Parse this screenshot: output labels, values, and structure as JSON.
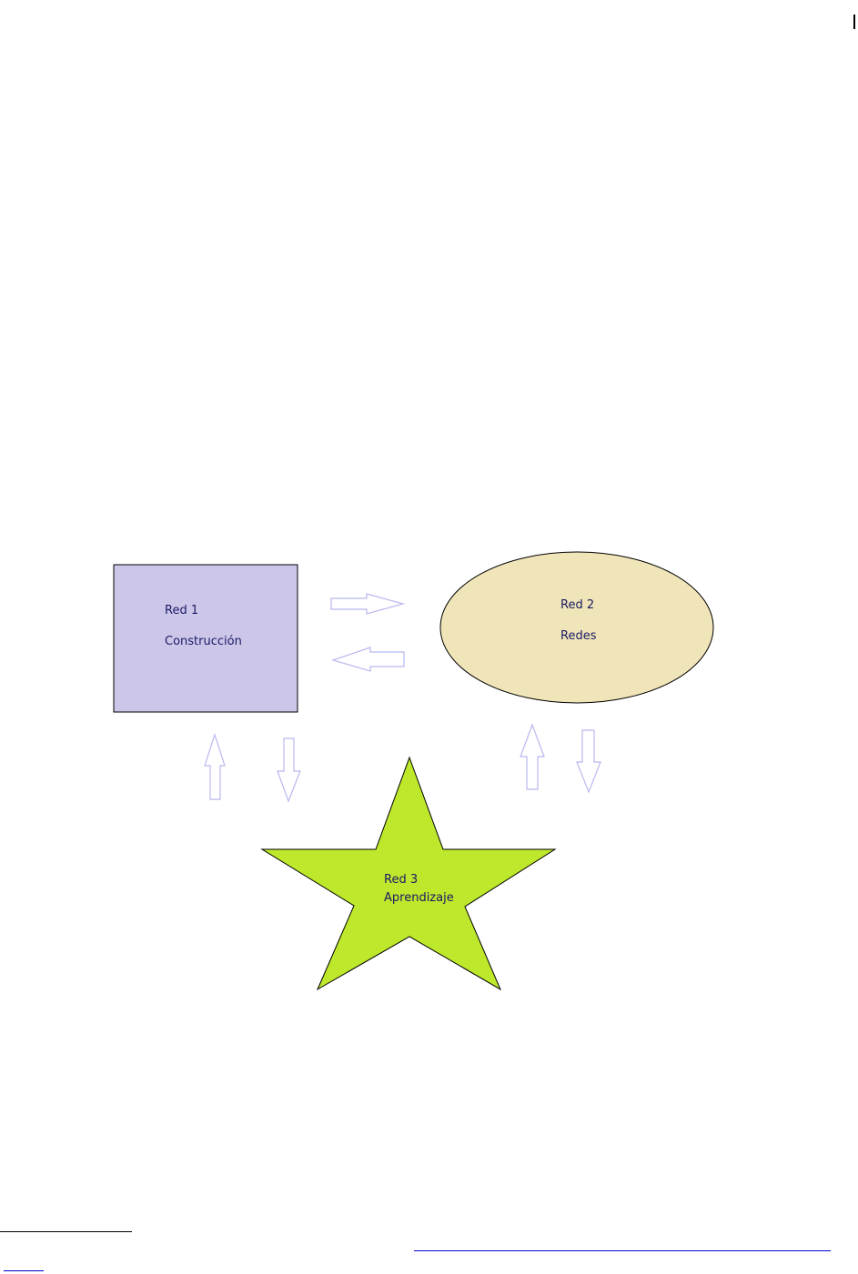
{
  "diagram": {
    "nodes": [
      {
        "id": "red1",
        "shape": "rectangle",
        "title": "Red 1",
        "subtitle": "Construcción",
        "fill": "#ccc6e8"
      },
      {
        "id": "red2",
        "shape": "ellipse",
        "title": "Red 2",
        "subtitle": "Redes",
        "fill": "#f0e5b8"
      },
      {
        "id": "red3",
        "shape": "star",
        "title": "Red 3",
        "subtitle": "Aprendizaje",
        "fill": "#bde82b"
      }
    ],
    "arrows": [
      {
        "from": "red1",
        "to": "red2",
        "style": "hollow"
      },
      {
        "from": "red2",
        "to": "red1",
        "style": "hollow"
      },
      {
        "from": "red3",
        "to": "red1",
        "style": "hollow"
      },
      {
        "from": "red1",
        "to": "red3",
        "style": "hollow"
      },
      {
        "from": "red3",
        "to": "red2",
        "style": "hollow"
      },
      {
        "from": "red2",
        "to": "red3",
        "style": "hollow"
      }
    ],
    "arrow_outline_color": "#b8b8ee"
  }
}
